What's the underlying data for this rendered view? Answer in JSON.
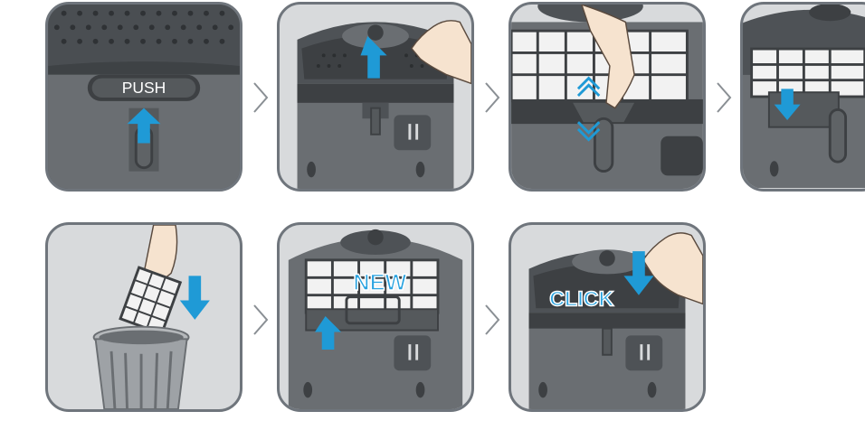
{
  "steps": {
    "step1": {
      "button_label": "PUSH"
    },
    "step6": {
      "badge": "NEW"
    },
    "step7": {
      "badge": "CLICK"
    }
  },
  "colors": {
    "device_dark": "#4e5256",
    "device_mid": "#6a6e72",
    "frame": "#6f757c",
    "arrow": "#1f9ad6",
    "badge_fill": "#2aa3e0",
    "panel_bg": "#d8dadc",
    "skin": "#f6e3cf"
  },
  "icons": [
    "arrow-up-icon",
    "arrow-down-icon",
    "double-chevron-icon",
    "next-step-chevron-icon",
    "trash-can-icon",
    "hand-icon"
  ]
}
